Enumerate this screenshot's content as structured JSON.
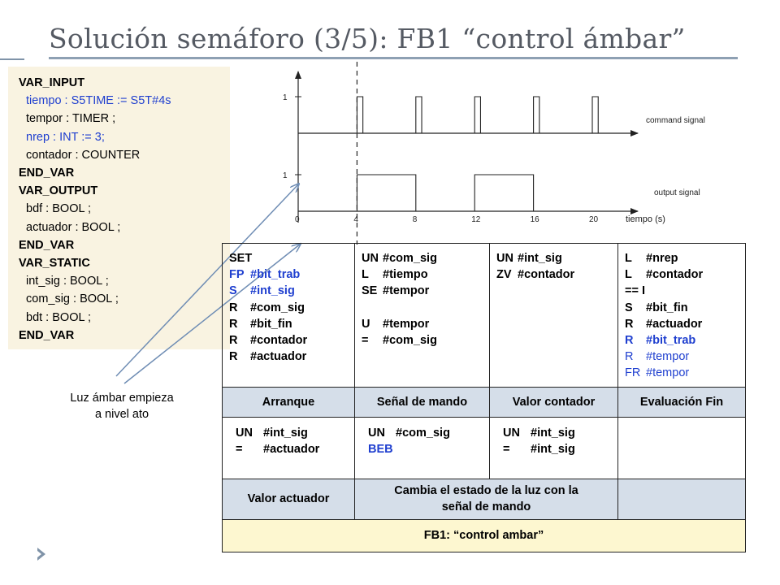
{
  "title": "Solución semáforo (3/5): FB1 “control ámbar”",
  "variables": {
    "lines": [
      {
        "text": "VAR_INPUT",
        "style": "bold"
      },
      {
        "text": "tiempo : S5TIME := S5T#4s",
        "style": "blue"
      },
      {
        "text": "tempor : TIMER ;",
        "style": "plain"
      },
      {
        "text": "nrep : INT  := 3;",
        "style": "blue"
      },
      {
        "text": "contador : COUNTER",
        "style": "plain"
      },
      {
        "text": "END_VAR",
        "style": "bold"
      },
      {
        "text": "VAR_OUTPUT",
        "style": "bold"
      },
      {
        "text": "bdf : BOOL ;",
        "style": "plain"
      },
      {
        "text": "actuador : BOOL ;",
        "style": "plain"
      },
      {
        "text": "END_VAR",
        "style": "bold"
      },
      {
        "text": "VAR_STATIC",
        "style": "bold"
      },
      {
        "text": "int_sig : BOOL ;",
        "style": "plain"
      },
      {
        "text": "com_sig : BOOL ;",
        "style": "plain"
      },
      {
        "text": "bdt : BOOL ;",
        "style": "plain"
      },
      {
        "text": "END_VAR",
        "style": "bold"
      }
    ]
  },
  "annotation": {
    "line1": "Luz ámbar empieza",
    "line2": "a nivel ato"
  },
  "timing_diagram": {
    "label_1_top": "1",
    "label_1_bottom": "1",
    "command_label": "command signal",
    "output_label": "output signal",
    "x_ticks": [
      "0",
      "4",
      "8",
      "12",
      "16",
      "20"
    ],
    "x_axis_label": "tiempo (s)"
  },
  "chart_data": {
    "type": "line",
    "title": "",
    "xlabel": "tiempo (s)",
    "xlim": [
      0,
      22
    ],
    "x_ticks": [
      0,
      4,
      8,
      12,
      16,
      20
    ],
    "ylim": [
      0,
      1
    ],
    "dashed_marker_x": 4,
    "series": [
      {
        "name": "command signal",
        "pulses": [
          [
            4,
            4.4
          ],
          [
            8,
            8.4
          ],
          [
            12,
            12.4
          ],
          [
            16,
            16.4
          ],
          [
            20,
            20.4
          ]
        ]
      },
      {
        "name": "output signal",
        "pulses": [
          [
            4,
            8
          ],
          [
            12,
            16
          ]
        ]
      }
    ]
  },
  "code_table": {
    "row1": {
      "col1": [
        {
          "op": "SET",
          "arg": "",
          "style": "b"
        },
        {
          "op": "FP",
          "arg": "#bit_trab",
          "style": "blueb"
        },
        {
          "op": "S",
          "arg": "#int_sig",
          "style": "blueb"
        },
        {
          "op": "R",
          "arg": "#com_sig",
          "style": "b"
        },
        {
          "op": "R",
          "arg": "#bit_fin",
          "style": "b"
        },
        {
          "op": "R",
          "arg": "#contador",
          "style": "b"
        },
        {
          "op": "R",
          "arg": "#actuador",
          "style": "b"
        }
      ],
      "col2": [
        {
          "op": "UN",
          "arg": "#com_sig",
          "style": "b"
        },
        {
          "op": "L",
          "arg": "#tiempo",
          "style": "b"
        },
        {
          "op": "SE",
          "arg": "#tempor",
          "style": "b"
        },
        {
          "op": "",
          "arg": "",
          "style": "b"
        },
        {
          "op": "U",
          "arg": "#tempor",
          "style": "b"
        },
        {
          "op": "=",
          "arg": "#com_sig",
          "style": "b"
        }
      ],
      "col3": [
        {
          "op": "UN",
          "arg": "#int_sig",
          "style": "b"
        },
        {
          "op": "ZV",
          "arg": "#contador",
          "style": "b"
        }
      ],
      "col4": [
        {
          "op": "L",
          "arg": "#nrep",
          "style": "b"
        },
        {
          "op": "L",
          "arg": "#contador",
          "style": "b"
        },
        {
          "op": "== I",
          "arg": "",
          "style": "b"
        },
        {
          "op": "S",
          "arg": "#bit_fin",
          "style": "b"
        },
        {
          "op": "R",
          "arg": "#actuador",
          "style": "b"
        },
        {
          "op": "R",
          "arg": "#bit_trab",
          "style": "blueb"
        },
        {
          "op": "R",
          "arg": "#tempor",
          "style": "blue"
        },
        {
          "op": "FR",
          "arg": "#tempor",
          "style": "blue"
        }
      ]
    },
    "headers1": [
      "Arranque",
      "Señal de mando",
      "Valor contador",
      "Evaluación Fin"
    ],
    "row2": {
      "col1": [
        {
          "op": "UN",
          "arg": "#int_sig"
        },
        {
          "op": "=",
          "arg": "#actuador"
        }
      ],
      "col2": [
        {
          "op": "UN",
          "arg": "#com_sig"
        },
        {
          "op": "BEB",
          "arg": ""
        }
      ],
      "col3": [
        {
          "op": "UN",
          "arg": "#int_sig"
        },
        {
          "op": "=",
          "arg": "#int_sig"
        }
      ]
    },
    "headers2": [
      "Valor actuador",
      "Cambia el estado de la luz con la señal de mando"
    ],
    "footer": "FB1: “control ambar”"
  }
}
